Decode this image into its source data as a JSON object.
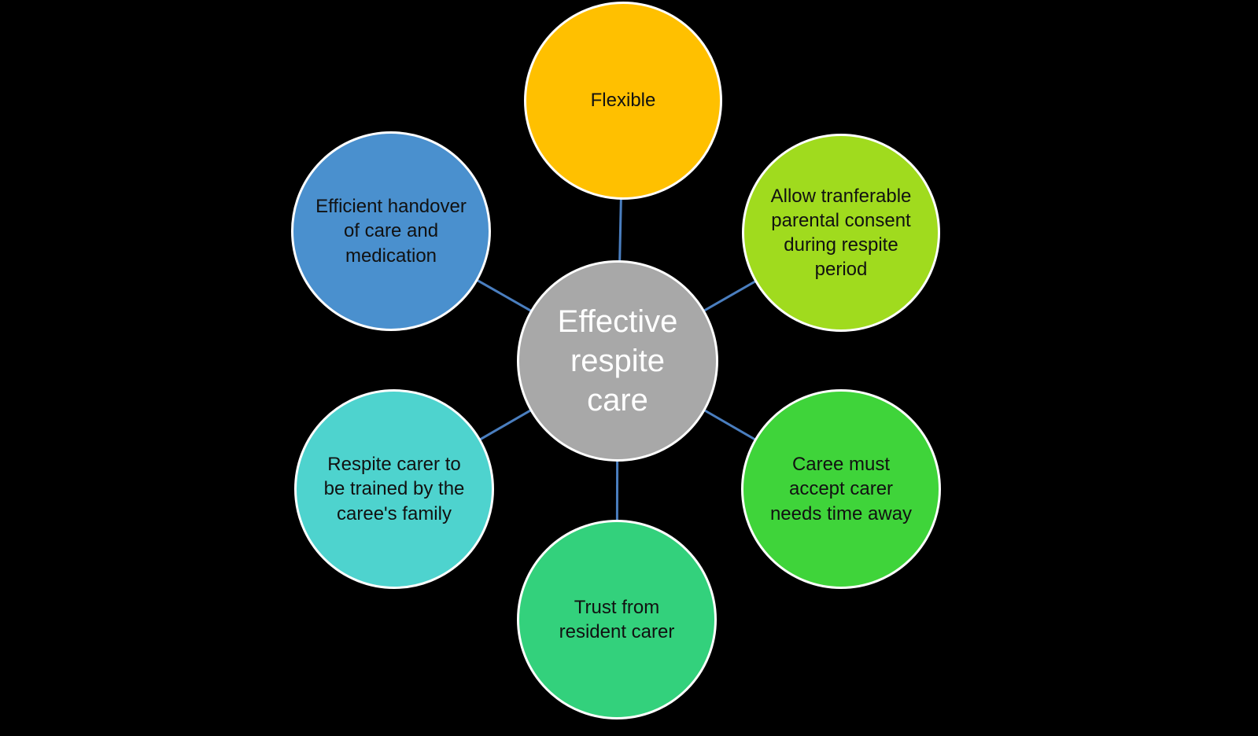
{
  "diagram": {
    "type": "radial-hub-spoke",
    "background_color": "#000000",
    "connector_color": "#4A7EBF",
    "center": {
      "label": "Effective respite care",
      "color": "#A8A8A8",
      "text_color": "#FFFFFF"
    },
    "nodes": [
      {
        "id": "top",
        "label": "Flexible",
        "color": "#FFC000"
      },
      {
        "id": "top-right",
        "label": "Allow tranferable parental consent during respite period",
        "color": "#A0DB1E"
      },
      {
        "id": "right",
        "label": "Caree must accept carer needs time away",
        "color": "#3FD43A"
      },
      {
        "id": "bottom",
        "label": "Trust from resident carer",
        "color": "#33D17C"
      },
      {
        "id": "bottom-left",
        "label": "Respite carer to be trained by the caree's family",
        "color": "#4ED3CE"
      },
      {
        "id": "top-left",
        "label": "Efficient handover of care and medication",
        "color": "#4A90CE"
      }
    ]
  }
}
